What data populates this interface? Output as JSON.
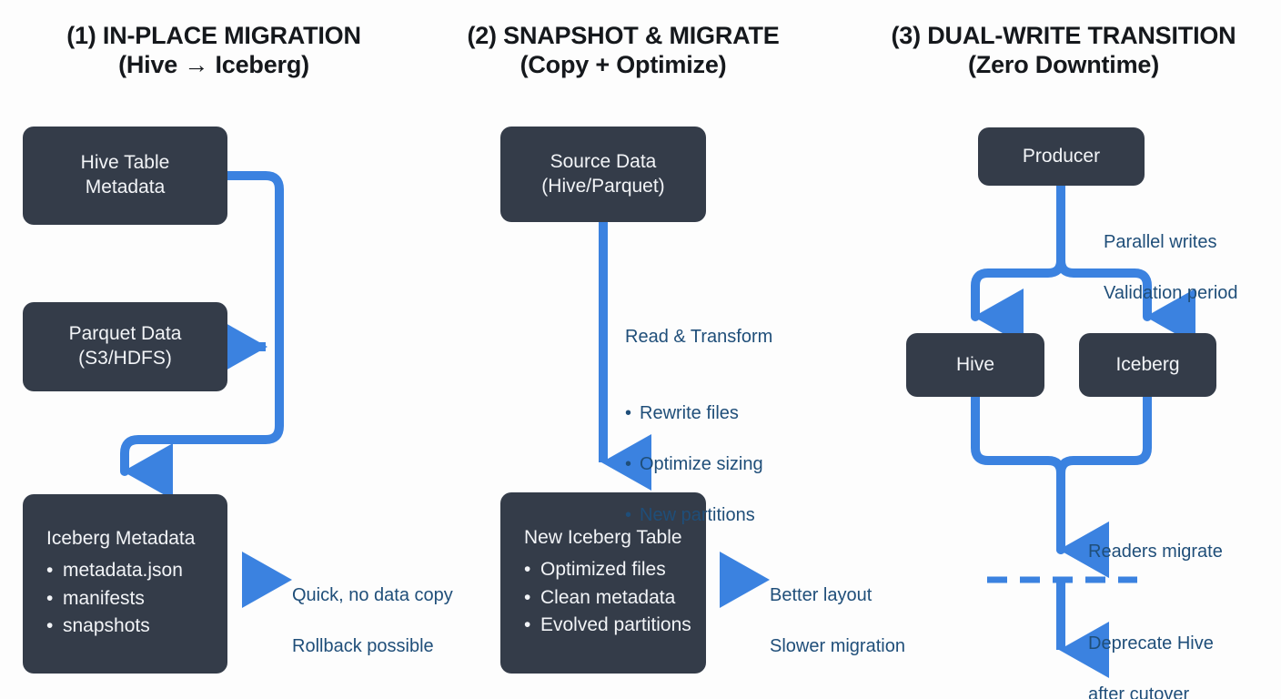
{
  "theme": {
    "background": "#fdfdfd",
    "node_fill": "#343c49",
    "node_text": "#f2f4f7",
    "accent_blue": "#3b82e0",
    "annotation_text": "#1f4e79",
    "title_text": "#15181c"
  },
  "columns": [
    {
      "id": "in-place-migration",
      "title_line1": "(1) IN-PLACE MIGRATION",
      "title_line2": "(Hive → Iceberg)",
      "nodes": [
        {
          "id": "hive-table-metadata",
          "title": "Hive Table\nMetadata",
          "items": []
        },
        {
          "id": "parquet-data",
          "title": "Parquet Data\n(S3/HDFS)",
          "items": []
        },
        {
          "id": "iceberg-metadata",
          "title": "Iceberg Metadata",
          "items": [
            "metadata.json",
            "manifests",
            "snapshots"
          ]
        }
      ],
      "annotations": [
        {
          "id": "quick-no-copy",
          "title": "Quick, no data copy",
          "line2": "Rollback possible",
          "items": []
        }
      ]
    },
    {
      "id": "snapshot-and-migrate",
      "title_line1": "(2) SNAPSHOT & MIGRATE",
      "title_line2": "(Copy + Optimize)",
      "nodes": [
        {
          "id": "source-data",
          "title": "Source Data\n(Hive/Parquet)",
          "items": []
        },
        {
          "id": "new-iceberg-table",
          "title": "New Iceberg Table",
          "items": [
            "Optimized files",
            "Clean metadata",
            "Evolved partitions"
          ]
        }
      ],
      "annotations": [
        {
          "id": "read-and-transform",
          "title": "Read & Transform",
          "items": [
            "Rewrite files",
            "Optimize sizing",
            "New partitions"
          ]
        },
        {
          "id": "better-layout",
          "title": "Better layout",
          "line2": "Slower migration",
          "items": []
        }
      ]
    },
    {
      "id": "dual-write-transition",
      "title_line1": "(3) DUAL-WRITE TRANSITION",
      "title_line2": "(Zero Downtime)",
      "nodes": [
        {
          "id": "producer",
          "title": "Producer",
          "items": []
        },
        {
          "id": "hive",
          "title": "Hive",
          "items": []
        },
        {
          "id": "iceberg",
          "title": "Iceberg",
          "items": []
        }
      ],
      "annotations": [
        {
          "id": "parallel-writes",
          "title": "Parallel writes",
          "line2": "Validation period",
          "items": []
        },
        {
          "id": "readers-migrate",
          "title": "Readers migrate",
          "line2": "",
          "items": []
        },
        {
          "id": "deprecate-hive",
          "title": "Deprecate Hive",
          "line2": "after cutover",
          "items": []
        }
      ]
    }
  ]
}
